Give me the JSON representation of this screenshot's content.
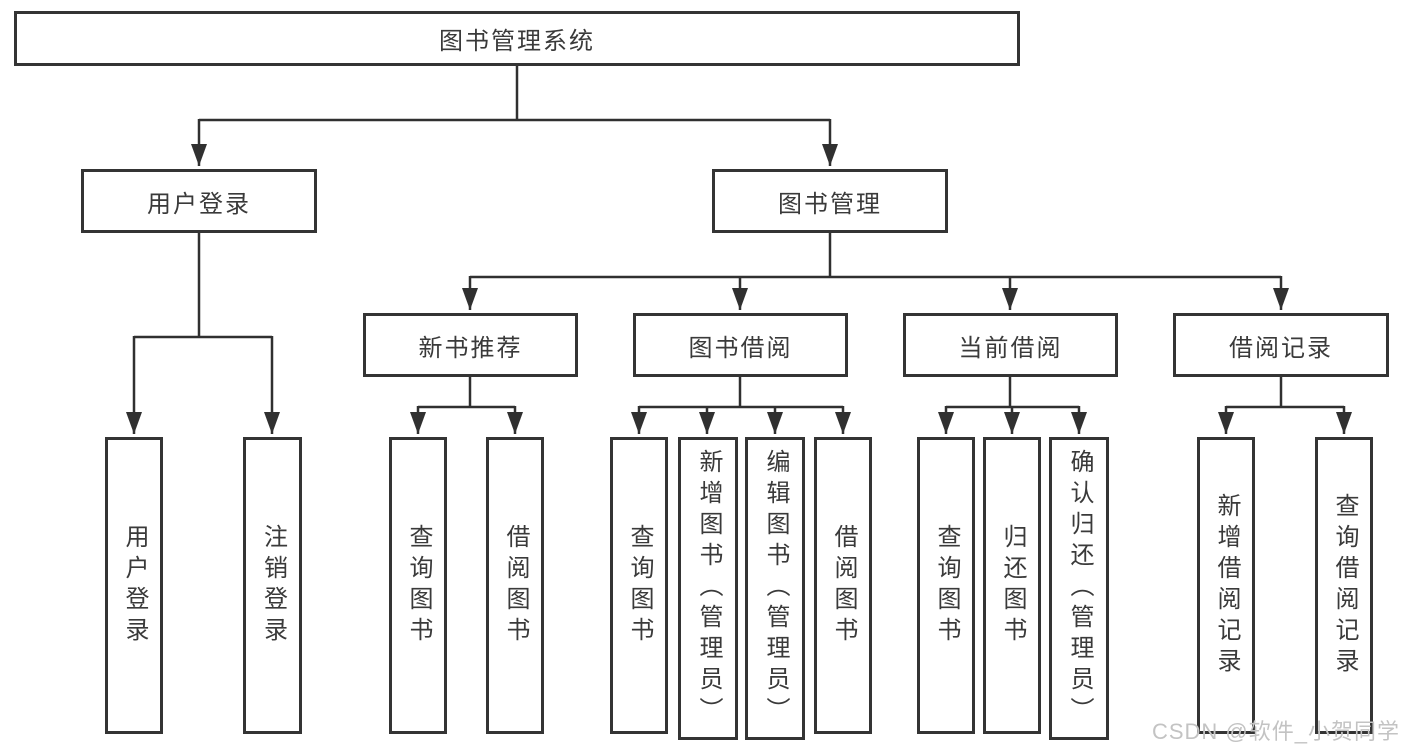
{
  "diagram": {
    "root": {
      "label": "图书管理系统"
    },
    "level2": [
      {
        "label": "用户登录"
      },
      {
        "label": "图书管理"
      }
    ],
    "level3": [
      {
        "label": "新书推荐"
      },
      {
        "label": "图书借阅"
      },
      {
        "label": "当前借阅"
      },
      {
        "label": "借阅记录"
      }
    ],
    "leaves": [
      {
        "parent": "用户登录",
        "label": "用户登录"
      },
      {
        "parent": "用户登录",
        "label": "注销登录"
      },
      {
        "parent": "新书推荐",
        "label": "查询图书"
      },
      {
        "parent": "新书推荐",
        "label": "借阅图书"
      },
      {
        "parent": "图书借阅",
        "label": "查询图书"
      },
      {
        "parent": "图书借阅",
        "label": "新增图书（管理员）"
      },
      {
        "parent": "图书借阅",
        "label": "编辑图书（管理员）"
      },
      {
        "parent": "图书借阅",
        "label": "借阅图书"
      },
      {
        "parent": "当前借阅",
        "label": "查询图书"
      },
      {
        "parent": "当前借阅",
        "label": "归还图书"
      },
      {
        "parent": "当前借阅",
        "label": "确认归还（管理员）"
      },
      {
        "parent": "借阅记录",
        "label": "新增借阅记录"
      },
      {
        "parent": "借阅记录",
        "label": "查询借阅记录"
      }
    ]
  },
  "watermark": {
    "text": "CSDN @软件_小贺同学"
  },
  "colors": {
    "line": "#303030",
    "border": "#343434",
    "text": "#3a3a3a",
    "watermark": "#c3c3c3",
    "background": "#ffffff"
  }
}
